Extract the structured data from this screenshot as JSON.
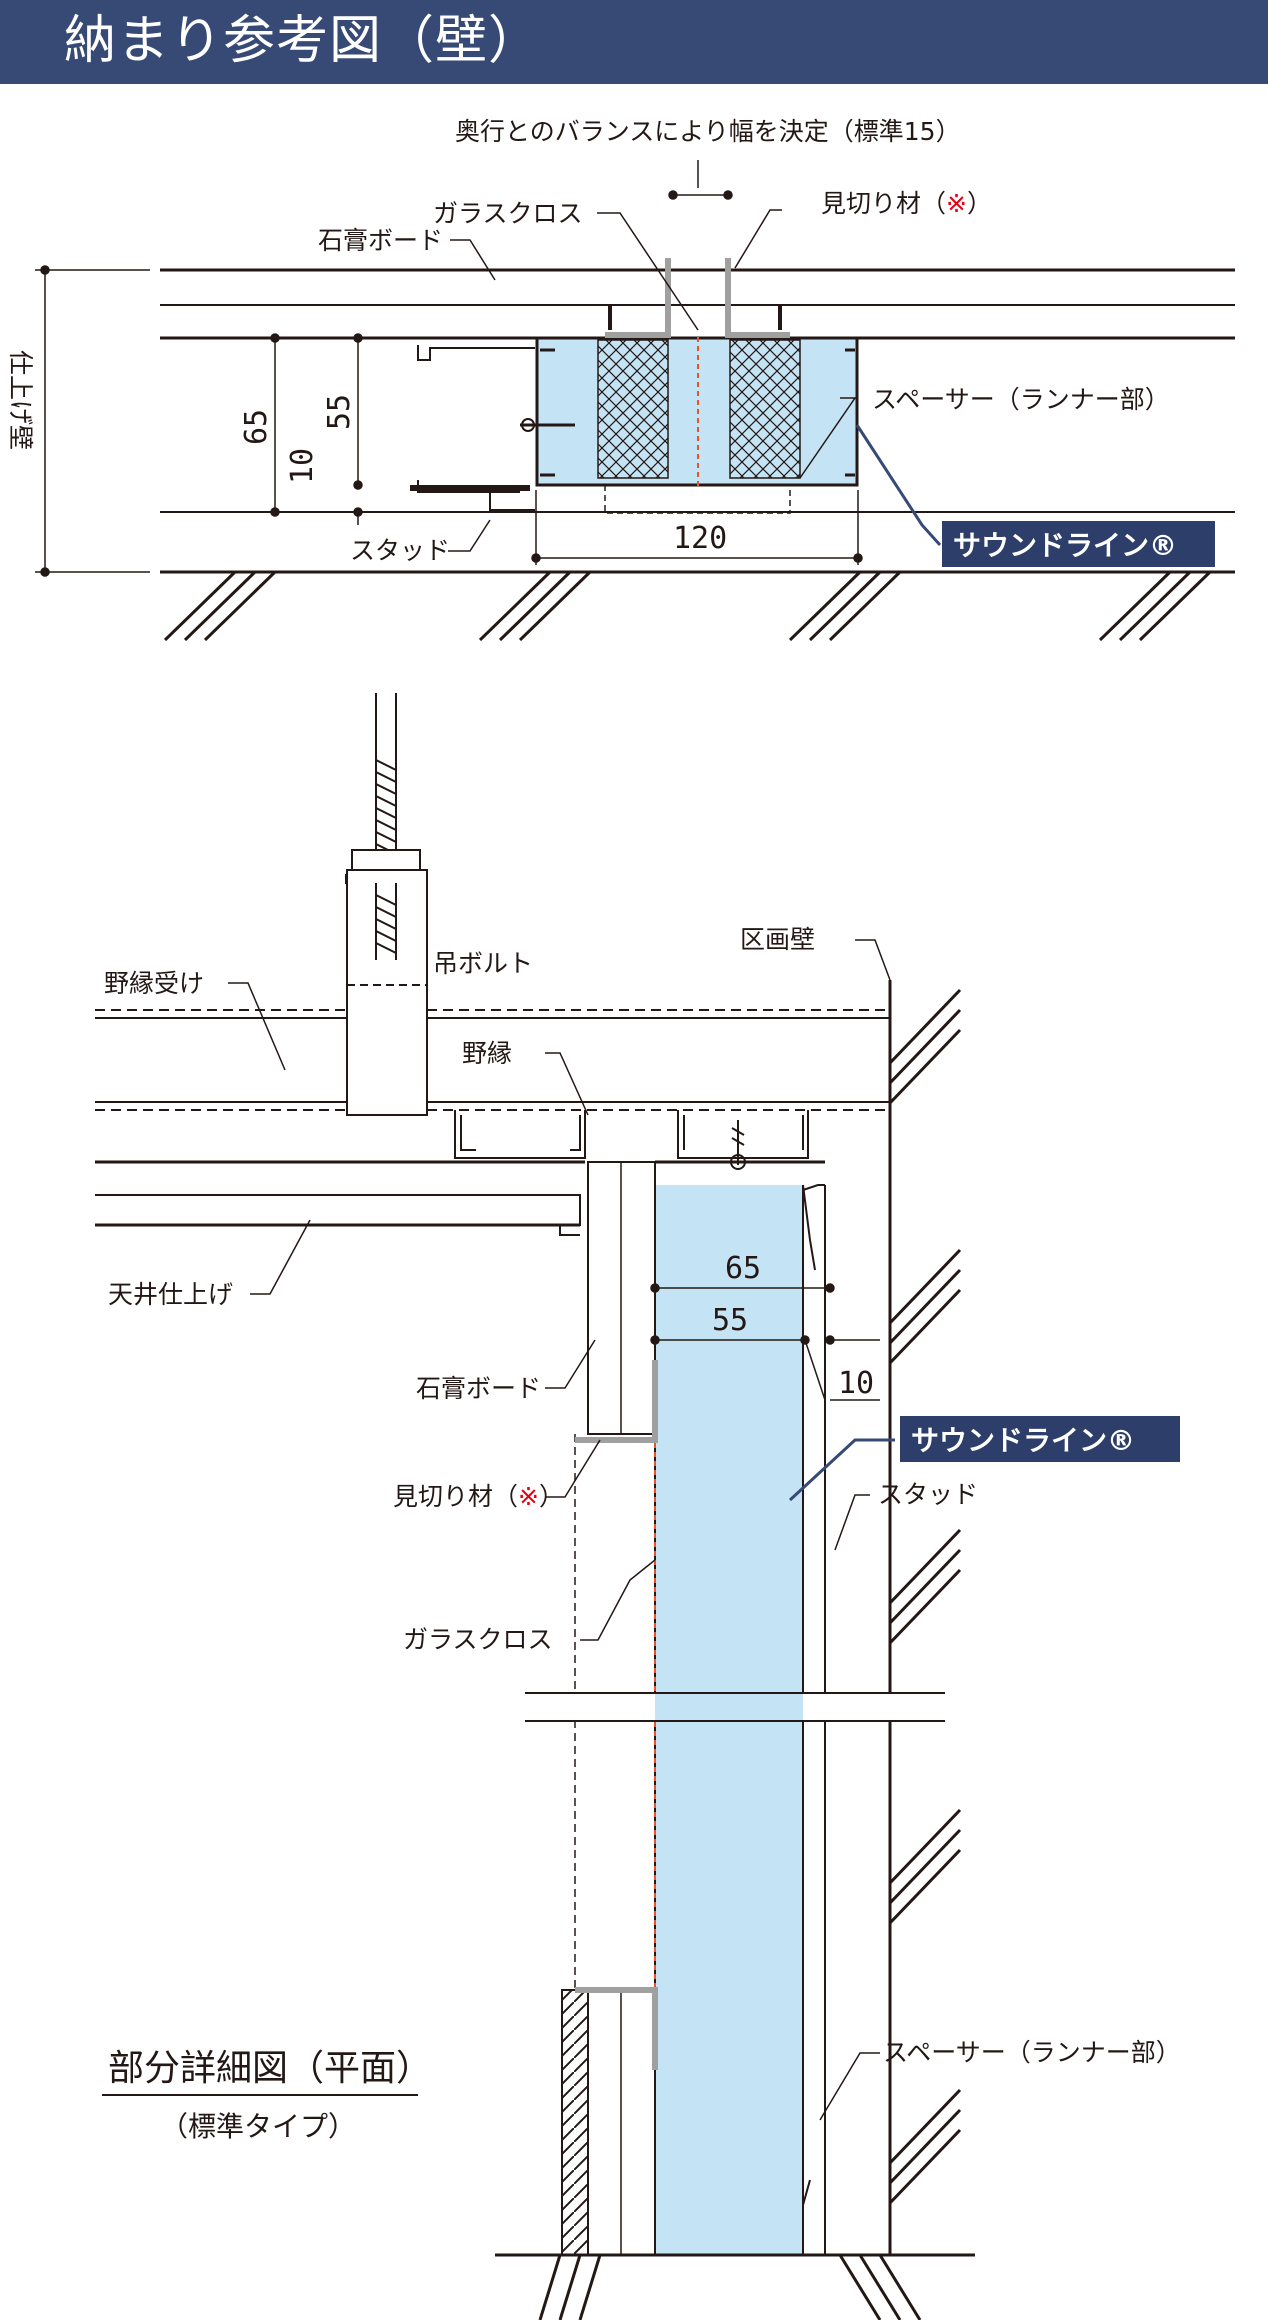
{
  "header": {
    "title": "納まり参考図（壁）"
  },
  "top_section": {
    "width_note": "奥行とのバランスにより幅を決定（標準15）",
    "glass_cloth": "ガラスクロス",
    "mikiri": "見切り材（",
    "mikiri_mark": "※",
    "mikiri_close": "）",
    "gypsum": "石膏ボード",
    "finish_wall": "仕上げ壁",
    "dim_65": "65",
    "dim_55": "55",
    "dim_10": "10",
    "dim_120": "120",
    "stud": "スタッド",
    "spacer": "スペーサー（ランナー部）",
    "soundline": "サウンドライン®"
  },
  "bottom_section": {
    "hanging_bolt": "吊ボルト",
    "partition_wall": "区画壁",
    "nobuchi_uke": "野縁受け",
    "nobuchi": "野縁",
    "ceiling_finish": "天井仕上げ",
    "dim_65": "65",
    "dim_55": "55",
    "dim_10": "10",
    "gypsum": "石膏ボード",
    "soundline": "サウンドライン®",
    "mikiri": "見切り材（",
    "mikiri_mark": "※",
    "mikiri_close": "）",
    "stud": "スタッド",
    "glass_cloth": "ガラスクロス",
    "spacer": "スペーサー（ランナー部）"
  },
  "caption": {
    "title": "部分詳細図（平面）",
    "subtitle": "（標準タイプ）"
  },
  "colors": {
    "header_bg": "#364a75",
    "soundline_fill": "#c4e4f5",
    "badge_bg": "#2d3e6a",
    "accent_red": "#e60012",
    "glass_cloth_line": "#e8542a"
  }
}
